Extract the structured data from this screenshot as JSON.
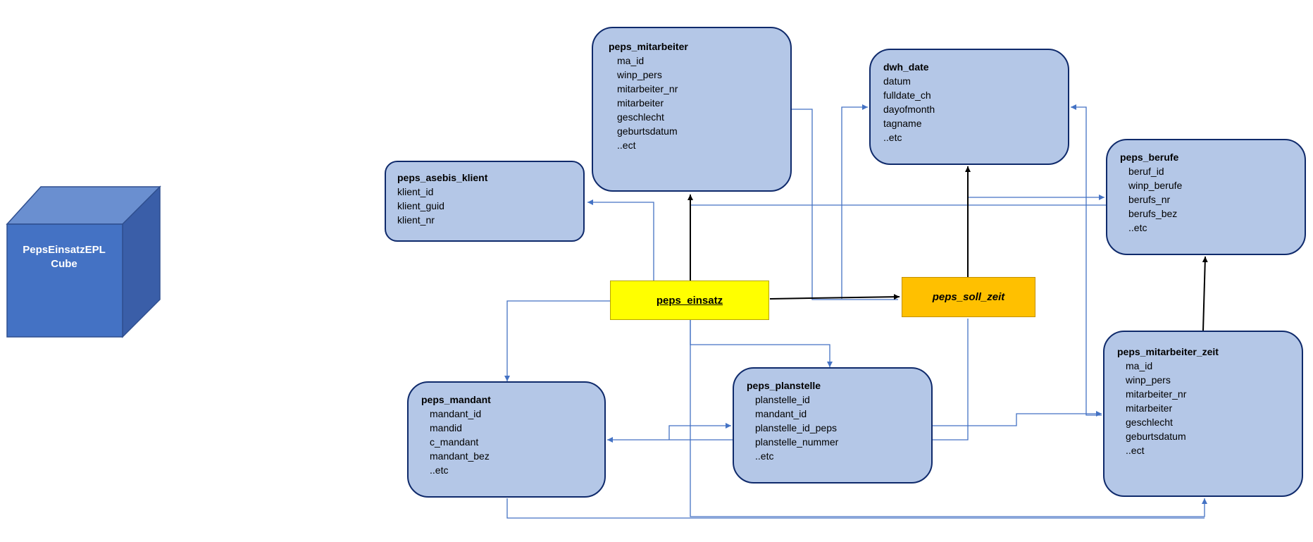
{
  "cube": {
    "label_line1": "PepsEinsatzEPL",
    "label_line2": "Cube"
  },
  "facts": {
    "einsatz": "peps_einsatz",
    "soll_zeit": "peps_soll_zeit"
  },
  "entities": {
    "mitarbeiter": {
      "title": "peps_mitarbeiter",
      "fields": [
        "ma_id",
        "winp_pers",
        "mitarbeiter_nr",
        "mitarbeiter",
        "geschlecht",
        "geburtsdatum",
        "..ect"
      ]
    },
    "dwh_date": {
      "title": "dwh_date",
      "fields": [
        "datum",
        "fulldate_ch",
        "dayofmonth",
        "tagname",
        "..etc"
      ]
    },
    "asebis_klient": {
      "title": "peps_asebis_klient",
      "fields": [
        "klient_id",
        "klient_guid",
        "klient_nr"
      ]
    },
    "berufe": {
      "title": "peps_berufe",
      "fields": [
        "beruf_id",
        "winp_berufe",
        "berufs_nr",
        "berufs_bez",
        "..etc"
      ]
    },
    "mandant": {
      "title": "peps_mandant",
      "fields": [
        "mandant_id",
        "mandid",
        "c_mandant",
        "mandant_bez",
        "..etc"
      ]
    },
    "planstelle": {
      "title": "peps_planstelle",
      "fields": [
        "planstelle_id",
        "mandant_id",
        "planstelle_id_peps",
        "planstelle_nummer",
        "..etc"
      ]
    },
    "mitarbeiter_zeit": {
      "title": "peps_mitarbeiter_zeit",
      "fields": [
        "ma_id",
        "winp_pers",
        "mitarbeiter_nr",
        "mitarbeiter",
        "geschlecht",
        "geburtsdatum",
        "..ect"
      ]
    }
  },
  "colors": {
    "cube_front": "#4472c4",
    "cube_top": "#6a8fd0",
    "cube_side": "#3a5ea8",
    "entity_fill": "#b4c7e7",
    "entity_border": "#0f2a6b",
    "einsatz_fill": "#ffff00",
    "soll_zeit_fill": "#ffc000",
    "connector_blue": "#4472c4",
    "connector_black": "#000000"
  }
}
